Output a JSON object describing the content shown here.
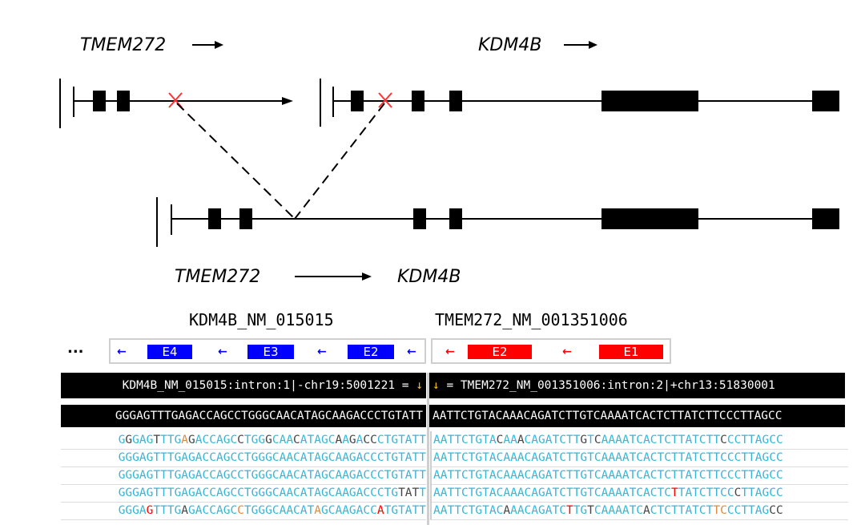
{
  "colors": {
    "exon_blue": "#0000ff",
    "exon_red": "#ff0000",
    "breakpoint": "#ff3333",
    "base_cyan": "#33b7d8",
    "base_dark": "#444444",
    "base_orange": "#e08a3a",
    "base_red": "#ff0000",
    "down_arrow": "#f5c200"
  },
  "diagram": {
    "gene_top_left": "TMEM272",
    "gene_top_right": "KDM4B",
    "fusion_left": "TMEM272",
    "fusion_right": "KDM4B",
    "breakpoint_icon": "x-mark-icon"
  },
  "tracks": {
    "left_title": "KDM4B_NM_015015",
    "right_title": "TMEM272_NM_001351006",
    "ellipsis": "...",
    "left_exons": [
      "E4",
      "E3",
      "E2"
    ],
    "right_exons": [
      "E2",
      "E1"
    ],
    "arrow_glyph": "←"
  },
  "alignment": {
    "left_header_text": "KDM4B_NM_015015:intron:1|-chr19:5001221 =",
    "down_arrow": "↓",
    "right_header_text": "= TMEM272_NM_001351006:intron:2|+chr13:51830001",
    "left_reference": "GGGAGTTTGAGACCAGCCTGGGCAACATAGCAAGACCCTGTATT",
    "right_reference": "AATTCTGTACAAACAGATCTTGTCAAAATCACTCTTATCTTCCCTTAGCC",
    "left_reads": [
      "GGGAGTTTGAGACCAGCCTGGGCAACATAGCAAGACCCTGTATT",
      "GGGAGTTTGAGACCAGCCTGGGCAACATAGCAAGACCCTGTATT",
      "GGGAGTTTGAGACCAGCCTGGGCAACATAGCAAGACCCTGTATT",
      "GGGAGTTTGAGACCAGCCTGGGCAACATAGCAAGACCCTGTATT",
      "GGGAGTTTGAGACCAGCCTGGGCAACATAGCAAGACCATGTATT"
    ],
    "right_reads": [
      "AATTCTGTACAAACAGATCTTGTCAAAATCACTCTTATCTTCCCTTAGCC",
      "AATTCTGTACAAACAGATCTTGTCAAAATCACTCTTATCTTCCCTTAGCC",
      "AATTCTGTACAAACAGATCTTGTCAAAATCACTCTTATCTTCCCTTAGCC",
      "AATTCTGTACAAACAGATCTTGTCAAAATCACTCTTATCTTCCCTTAGCC",
      "AATTCTGTACAAACAGATCTTGTCAAAATCACTCTTATCTTCCCTTAGCC"
    ]
  }
}
